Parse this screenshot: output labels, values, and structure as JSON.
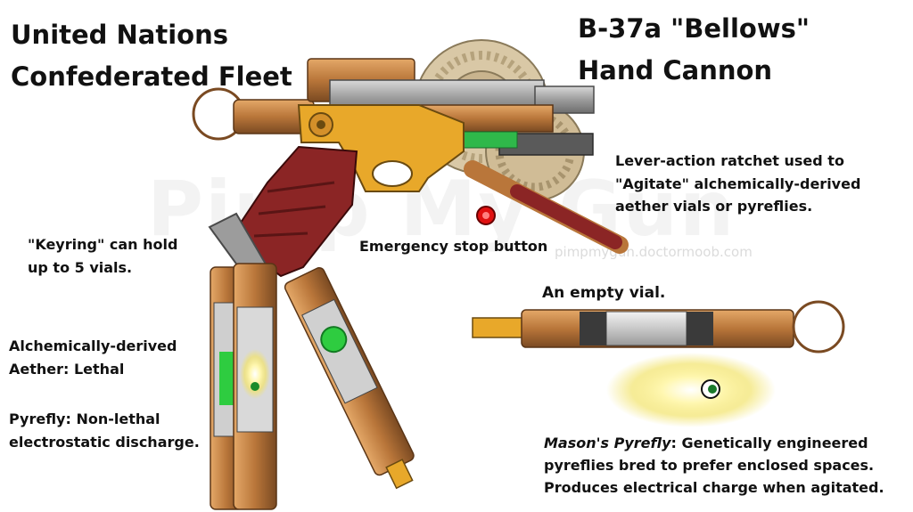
{
  "title_left": {
    "line1": "United Nations",
    "line2": "Confederated Fleet"
  },
  "title_right": {
    "line1": "B-37a \"Bellows\"",
    "line2": "Hand Cannon"
  },
  "labels": {
    "ratchet": {
      "line1": "Lever-action ratchet used to",
      "line2": "\"Agitate\" alchemically-derived",
      "line3": "aether vials or pyreflies."
    },
    "keyring": {
      "line1": "\"Keyring\" can hold",
      "line2": "up to 5 vials."
    },
    "estop": "Emergency stop button",
    "empty_vial": "An empty vial.",
    "aether": {
      "line1": "Alchemically-derived",
      "line2": "Aether: Lethal"
    },
    "pyrefly": {
      "line1": "Pyrefly: Non-lethal",
      "line2": "electrostatic discharge."
    },
    "mason": {
      "name": "Mason's Pyrefly",
      "line1_rest": ": Genetically engineered",
      "line2": "pyreflies bred to prefer enclosed spaces.",
      "line3": "Produces electrical charge when agitated."
    }
  },
  "watermark": {
    "text": "Pimp My Gun",
    "url": "pimpmygun.doctormoob.com"
  },
  "colors": {
    "brass": "#c8873f",
    "gold": "#e8a82a",
    "grip": "#8b2525",
    "steel": "#9a9a9a",
    "green": "#2ecc40",
    "button": "#e01010"
  }
}
